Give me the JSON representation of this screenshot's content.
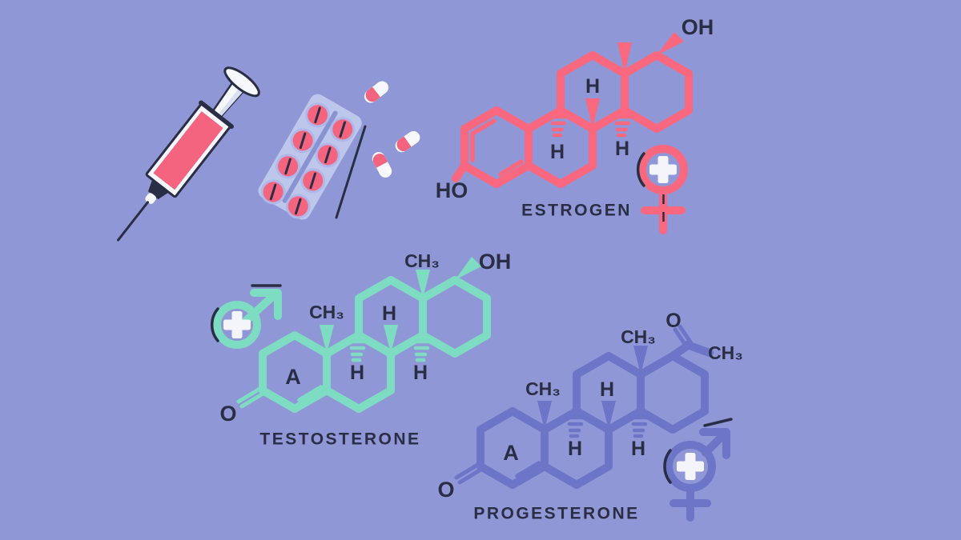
{
  "title": "Hormones illustration: estrogen, testosterone, progesterone structural formulas with syringe and pills",
  "colors": {
    "background": "#9097D6",
    "ink_navy": "#2A2E45",
    "estrogen_pink": "#F9687F",
    "testosterone_teal": "#7EDCC3",
    "progesterone_purple": "#6C75C7",
    "pill_pink": "#F4647E",
    "blister_blue": "#BDC6EB",
    "blister_rail": "#8A93D2",
    "blister_cavity": "#AFB8E8",
    "syringe_white": "#F6F8FD",
    "syringe_shade": "#D9DFF4",
    "plus_white": "#F3F5FB"
  },
  "icons": {
    "syringe": "syringe-icon",
    "blister_pack": "blister-pack-icon",
    "capsules": "capsule-icon",
    "female": "female-symbol-icon",
    "male": "male-symbol-icon",
    "male_female": "male-female-symbol-icon",
    "plus": "medical-plus-icon"
  },
  "molecules": {
    "estrogen": {
      "name": "ESTROGEN",
      "hydroxyl": "OH",
      "phenol": "HO",
      "h_labels": [
        "H",
        "H",
        "H"
      ],
      "symbol": "female"
    },
    "testosterone": {
      "name": "TESTOSTERONE",
      "hydroxyl": "OH",
      "ketone": "O",
      "ring_label": "A",
      "methyl_labels": [
        "CH₃",
        "CH₃"
      ],
      "h_labels": [
        "H",
        "H",
        "H"
      ],
      "symbol": "male"
    },
    "progesterone": {
      "name": "PROGESTERONE",
      "ketone": "O",
      "carbonyl": "O",
      "ring_label": "A",
      "methyl_labels": [
        "CH₃",
        "CH₃",
        "CH₃"
      ],
      "h_labels": [
        "H",
        "H",
        "H"
      ],
      "symbol": "male-female"
    }
  }
}
